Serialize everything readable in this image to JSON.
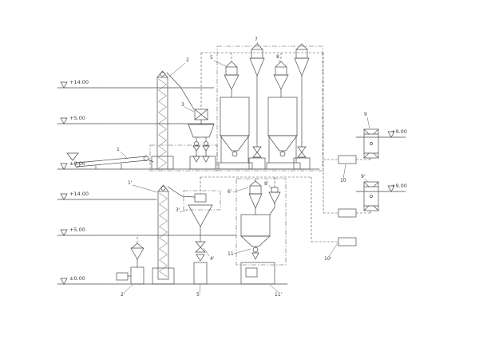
{
  "colors": {
    "line": "#4a4a4a",
    "background": "#ffffff"
  },
  "elevations": {
    "plus14": "+14.00",
    "plus5": "+5.00",
    "zero": "±0.00",
    "plus9": "+9.00"
  },
  "labels": {
    "n1": "1",
    "n2": "2",
    "n3": "3",
    "n5": "5",
    "n7": "7",
    "n8": "8",
    "n9": "9",
    "n9p": "9'",
    "n10": "10",
    "n10p": "10'",
    "n1p": "1'",
    "n2p": "2'",
    "n3p": "3'",
    "n4p": "4'",
    "n5p": "5'",
    "n6p": "6'",
    "n8p": "8'",
    "n11": "11",
    "n11p": "11'"
  }
}
